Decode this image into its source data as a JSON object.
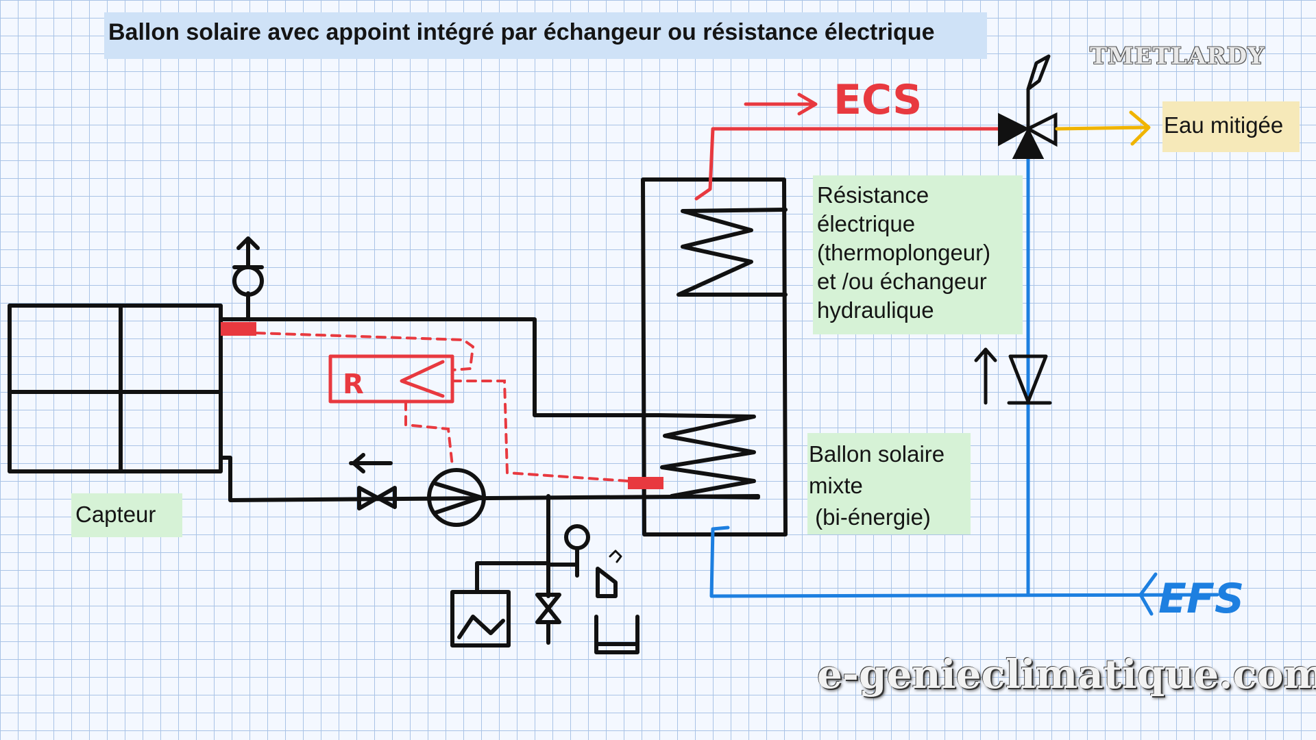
{
  "title": "Ballon solaire avec appoint intégré  par échangeur ou résistance électrique",
  "brand": "TMETLARDY",
  "website": "e-genieclimatique.com",
  "labels": {
    "collector": "Capteur",
    "heater": [
      "Résistance",
      "électrique",
      "(thermoplongeur)",
      "et /ou échangeur",
      "hydraulique"
    ],
    "tank": [
      "Ballon solaire",
      "mixte",
      " (bi-énergie)"
    ],
    "mixed_water": "Eau mitigée",
    "ecs": "ECS",
    "efs": "EFS",
    "regulator": "R"
  },
  "colors": {
    "pipe": "#111111",
    "hot": "#e8393f",
    "cold": "#1d7fe0",
    "mixed": "#f0b400",
    "title_bg": "#cfe2f7",
    "label_bg": "#d6f2d6",
    "mixed_bg": "#f6e9b9"
  }
}
